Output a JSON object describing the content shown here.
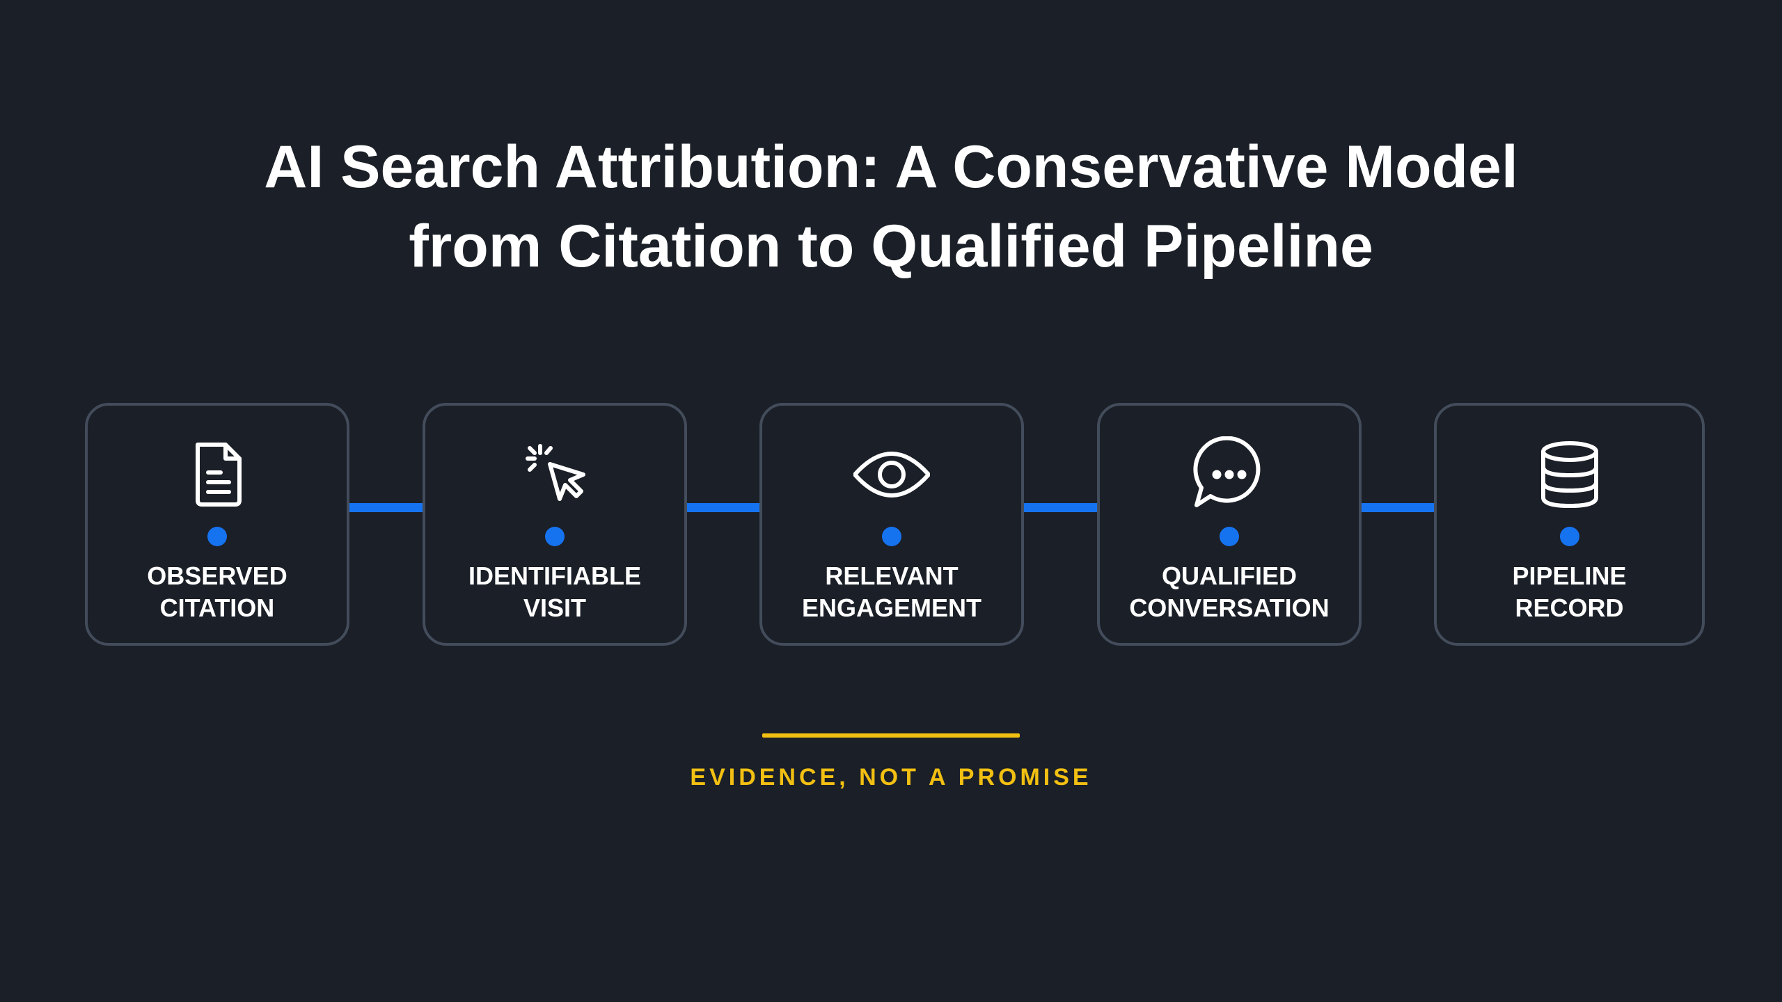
{
  "title": {
    "line1": "AI Search Attribution: A Conservative Model",
    "line2": "from Citation to Qualified Pipeline"
  },
  "stages": [
    {
      "icon": "document-icon",
      "label_line1": "OBSERVED",
      "label_line2": "CITATION"
    },
    {
      "icon": "cursor-click-icon",
      "label_line1": "IDENTIFIABLE",
      "label_line2": "VISIT"
    },
    {
      "icon": "eye-icon",
      "label_line1": "RELEVANT",
      "label_line2": "ENGAGEMENT"
    },
    {
      "icon": "chat-bubble-icon",
      "label_line1": "QUALIFIED",
      "label_line2": "CONVERSATION"
    },
    {
      "icon": "database-icon",
      "label_line1": "PIPELINE",
      "label_line2": "RECORD"
    }
  ],
  "footer": {
    "tagline": "EVIDENCE, NOT A PROMISE"
  },
  "colors": {
    "background": "#1b1f27",
    "accent_blue": "#1673f0",
    "accent_yellow": "#f2c012",
    "box_border": "#434c5b",
    "text": "#ffffff"
  }
}
